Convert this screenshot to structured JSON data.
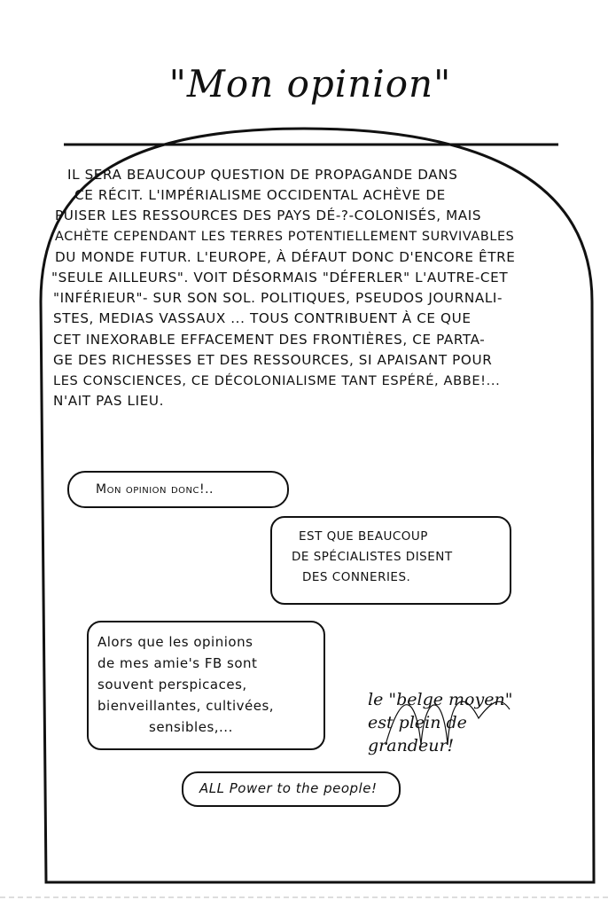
{
  "title": "\"Mon opinion\"",
  "narration": {
    "lines": [
      "Il sera beaucoup question de propagande dans",
      "ce récit. L'impérialisme occidental achève de",
      "puiser les ressources des pays dé-?-colonisés, mais",
      "achète cependant les terres potentiellement survivables",
      "du monde futur. L'Europe, à défaut donc d'encore être",
      "\"seule ailleurs\". voit désormais \"déferler\" l'Autre-cet",
      "\"inférieur\"- sur son sol. Politiques, pseudos journali-",
      "stes, medias vassaux ... Tous contribuent à ce que",
      "cet inexorable effacement des frontières, ce parta-",
      "ge des richesses et des ressources, si apaisant pour",
      "les consciences, ce décolonialisme tant espéré, ABBE!...",
      "n'ait pas lieu."
    ]
  },
  "bubbles": {
    "b1": "Mon opinion donc!..",
    "b2": [
      "Est que beaucoup",
      "de spécialistes disent",
      "des conneries."
    ],
    "b3": [
      "Alors que les opinions",
      "de mes amie's FB sont",
      "souvent perspicaces,",
      "bienveillantes, cultivées,",
      "sensibles,..."
    ],
    "free": [
      "le \"belge moyen\"",
      "est plein de",
      "grandeur!"
    ],
    "b5": "ALL Power to the people!"
  }
}
